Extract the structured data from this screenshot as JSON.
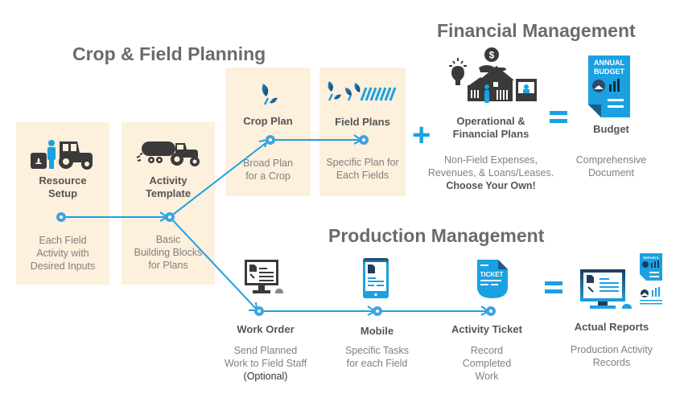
{
  "sections": {
    "crop_field": "Crop & Field Planning",
    "financial": "Financial Management",
    "production": "Production Management"
  },
  "nodes": {
    "resource_setup": {
      "title_line1": "Resource",
      "title_line2": "Setup",
      "desc_line1": "Each Field",
      "desc_line2": "Activity with",
      "desc_line3": "Desired Inputs"
    },
    "activity_template": {
      "title_line1": "Activity",
      "title_line2": "Template",
      "desc_line1": "Basic",
      "desc_line2": "Building Blocks",
      "desc_line3": "for Plans"
    },
    "crop_plan": {
      "title": "Crop Plan",
      "desc_line1": "Broad Plan",
      "desc_line2": "for a Crop"
    },
    "field_plans": {
      "title": "Field Plans",
      "desc_line1": "Specific Plan for",
      "desc_line2": "Each Fields"
    },
    "operational_plans": {
      "title_line1": "Operational &",
      "title_line2": "Financial Plans",
      "desc_line1": "Non-Field Expenses,",
      "desc_line2": "Revenues, & Loans/Leases.",
      "desc_line3": "Choose Your Own!"
    },
    "budget": {
      "title": "Budget",
      "desc_line1": "Comprehensive",
      "desc_line2": "Document",
      "icon_text_line1": "ANNUAL",
      "icon_text_line2": "BUDGET"
    },
    "work_order": {
      "title": "Work Order",
      "desc_line1": "Send Planned",
      "desc_line2": "Work to Field Staff",
      "desc_line3": "(Optional)"
    },
    "mobile": {
      "title": "Mobile",
      "desc_line1": "Specific Tasks",
      "desc_line2": "for each Field"
    },
    "activity_ticket": {
      "title": "Activity Ticket",
      "desc_line1": "Record",
      "desc_line2": "Completed",
      "desc_line3": "Work",
      "icon_text": "TICKET"
    },
    "actual_reports": {
      "title": "Actual Reports",
      "desc_line1": "Production Activity",
      "desc_line2": "Records",
      "icon_text": "REPORTS"
    }
  },
  "operators": {
    "plus": "+",
    "equals_financial": "=",
    "equals_production": "="
  },
  "colors": {
    "accent": "#1ba1e2",
    "panel": "#fdf0dc",
    "title": "#6b6b6b",
    "icon_dark": "#3a3a3a"
  }
}
